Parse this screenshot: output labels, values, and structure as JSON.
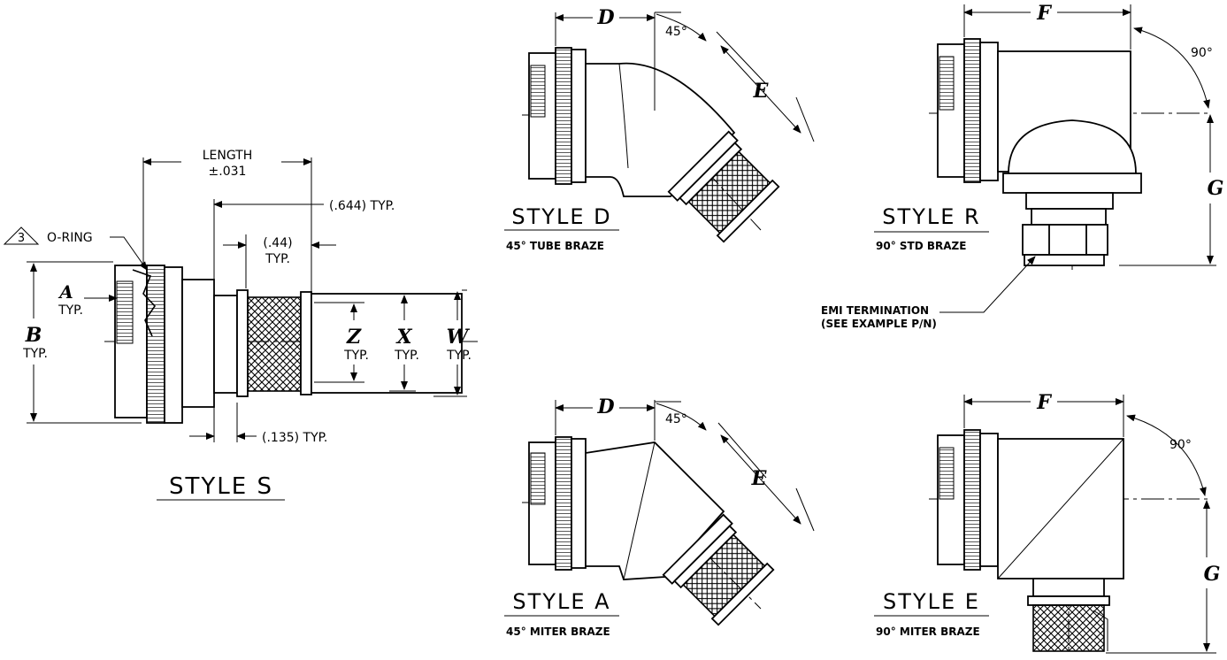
{
  "style_s": {
    "title": "STYLE S",
    "length_label": "LENGTH",
    "length_tol": "±.031",
    "dim_644": "(.644) TYP.",
    "dim_44": "(.44)",
    "dim_44_typ": "TYP.",
    "dim_135": "(.135) TYP.",
    "oring_note_number": "3",
    "oring_label": "O-RING",
    "a_label": "A",
    "b_label": "B",
    "z_label": "Z",
    "x_label": "X",
    "w_label": "W",
    "typ": "TYP."
  },
  "style_d": {
    "title": "STYLE D",
    "subtitle": "45° TUBE BRAZE",
    "d_label": "D",
    "e_label": "E",
    "angle": "45°"
  },
  "style_a": {
    "title": "STYLE A",
    "subtitle": "45° MITER BRAZE",
    "d_label": "D",
    "e_label": "E",
    "angle": "45°"
  },
  "style_r": {
    "title": "STYLE R",
    "subtitle": "90° STD BRAZE",
    "f_label": "F",
    "g_label": "G",
    "angle": "90°",
    "emi_line1": "EMI TERMINATION",
    "emi_line2": "(SEE EXAMPLE P/N)"
  },
  "style_e": {
    "title": "STYLE E",
    "subtitle": "90° MITER BRAZE",
    "f_label": "F",
    "g_label": "G",
    "angle": "90°"
  }
}
